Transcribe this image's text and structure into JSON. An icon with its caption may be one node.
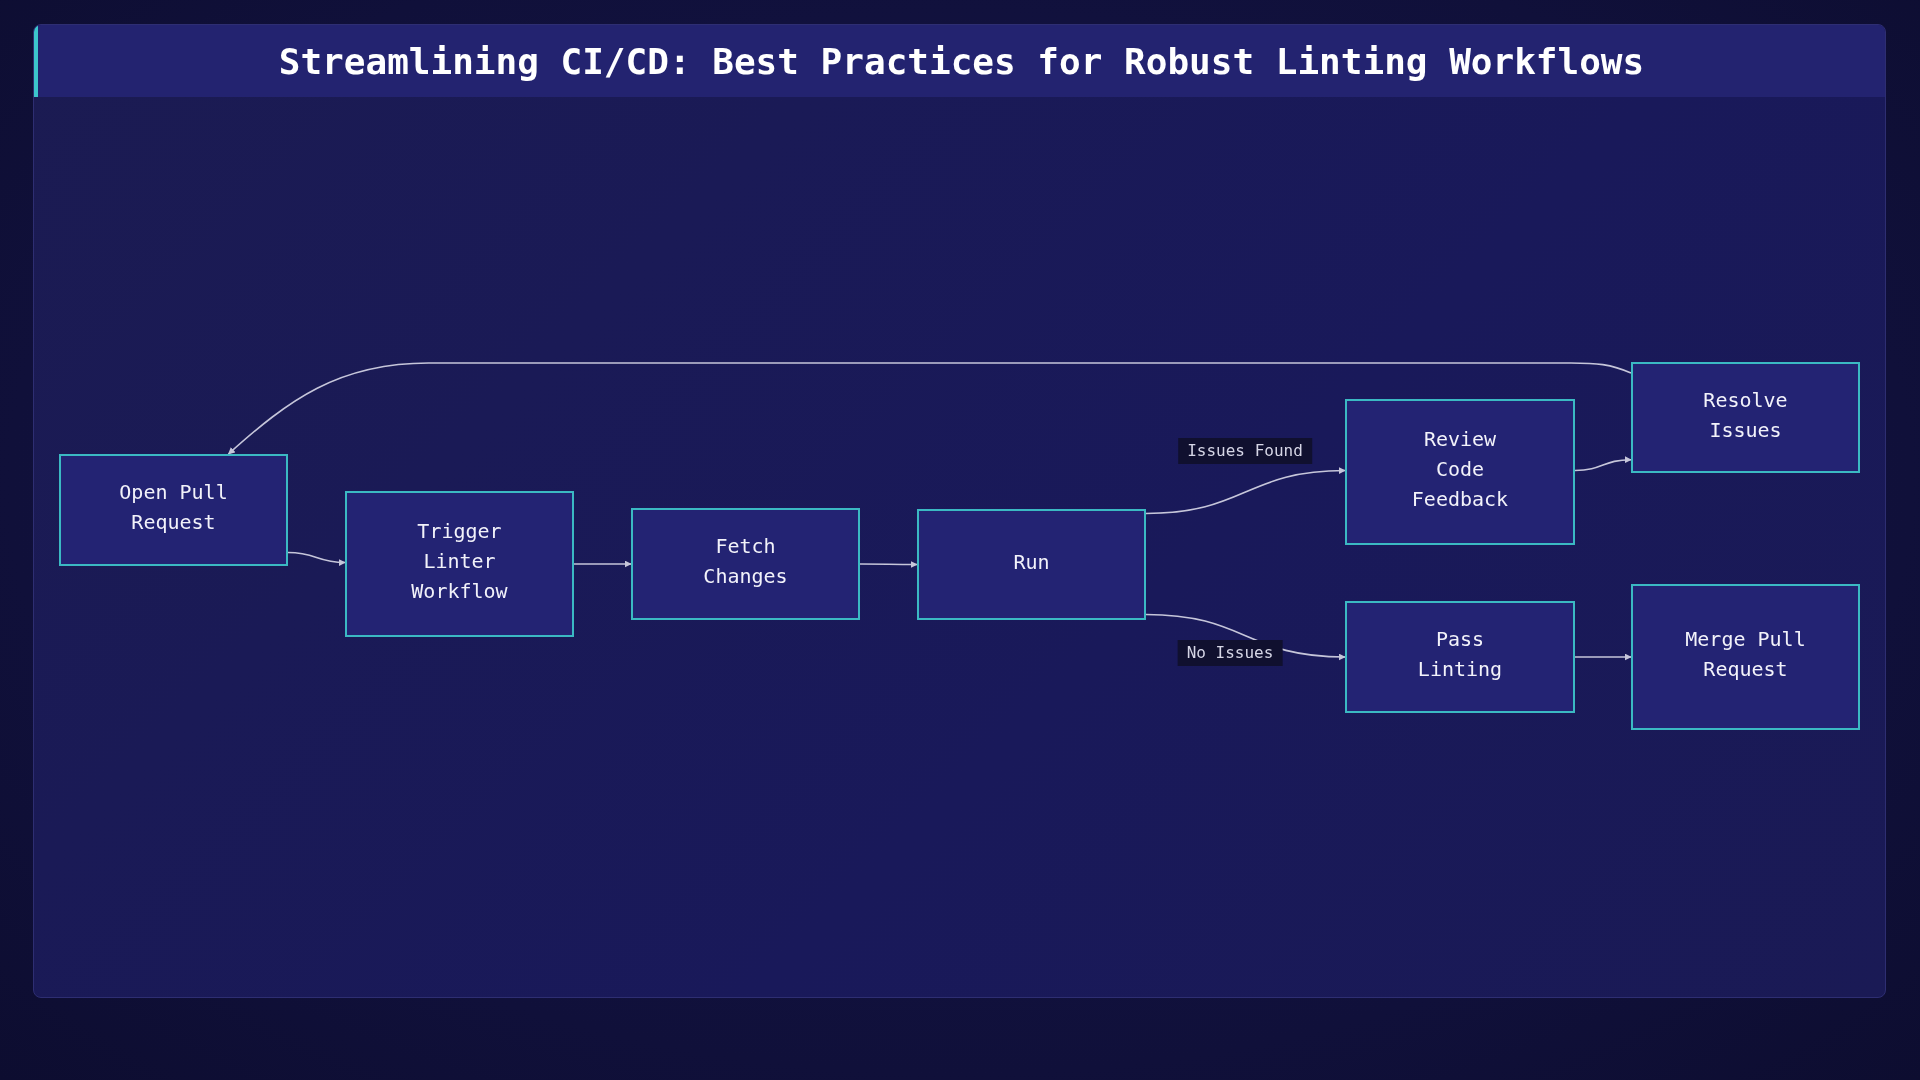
{
  "diagram": {
    "title": "Streamlining CI/CD: Best Practices for Robust Linting Workflows",
    "nodes": [
      {
        "text": [
          "Open Pull Request"
        ]
      },
      {
        "text": [
          "Trigger Linter Workflow"
        ]
      },
      {
        "text": [
          "Fetch Changes"
        ]
      },
      {
        "text": [
          "Run"
        ]
      },
      {
        "text": [
          "Review Code Feedback"
        ]
      },
      {
        "text": [
          "Resolve Issues"
        ]
      },
      {
        "text": [
          "Pass Linting"
        ]
      },
      {
        "text": [
          "Merge Pull Request"
        ]
      }
    ],
    "edges": [
      {
        "from": 0,
        "to": 1,
        "arrow": "to"
      },
      {
        "from": 1,
        "to": 2,
        "arrow": "to"
      },
      {
        "from": 2,
        "to": 3,
        "arrow": "to"
      },
      {
        "from": 3,
        "to": 4,
        "arrow": "to",
        "label": "Issues Found"
      },
      {
        "from": 3,
        "to": 6,
        "arrow": "to",
        "label": "No Issues"
      },
      {
        "from": 4,
        "to": 5,
        "arrow": "to"
      },
      {
        "from": 5,
        "to": 0,
        "arrow": "to"
      },
      {
        "from": 6,
        "to": 7,
        "arrow": "to"
      }
    ]
  }
}
